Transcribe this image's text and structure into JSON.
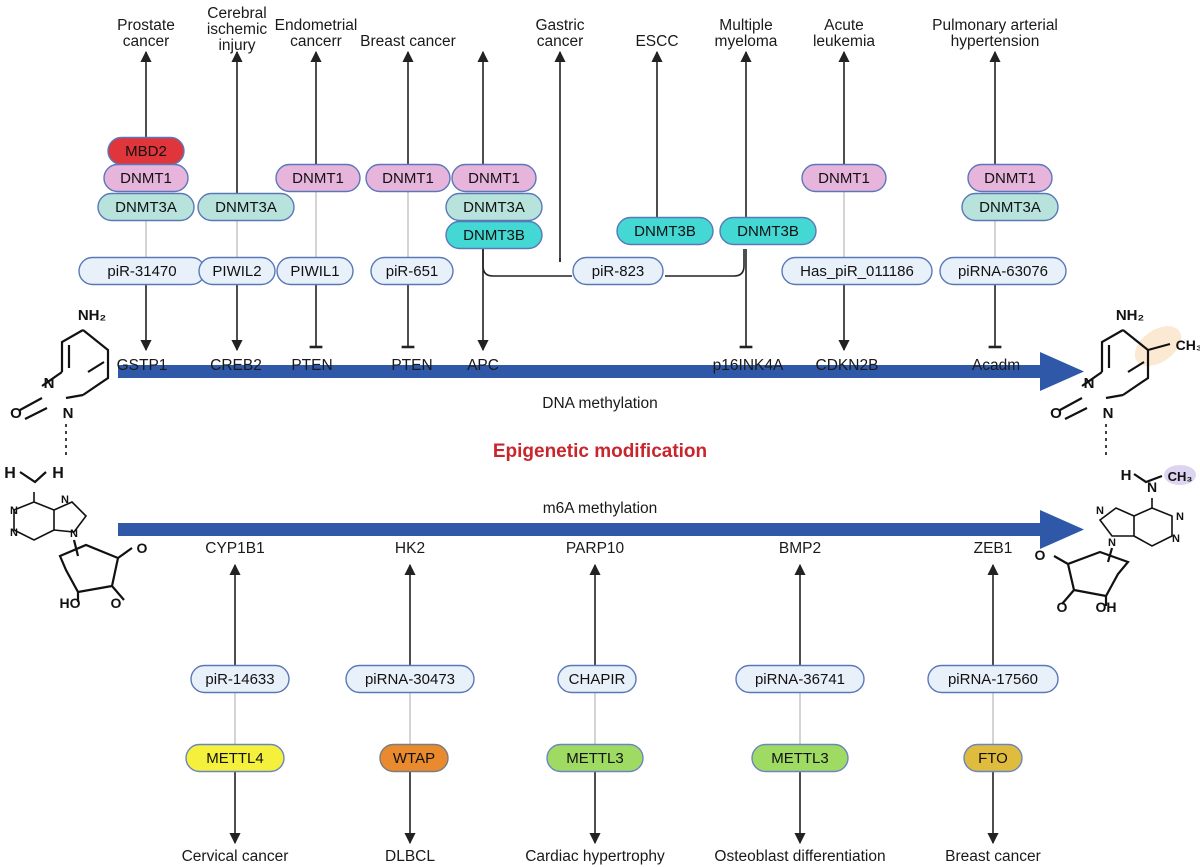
{
  "colors": {
    "arrow_blue": "#2f59a8",
    "title_red": "#c8262c",
    "mbd": "#e0353b",
    "dnmt1": "#e7b4dc",
    "dnmt3a": "#b7e3dc",
    "dnmt3b": "#43d8d3",
    "pi": "#e8f0fa",
    "mettl4": "#f5f03c",
    "wtap": "#e98a2e",
    "mettl3": "#9fdb63",
    "fto": "#dfbc3e"
  },
  "center_title": "Epigenetic modification",
  "dna": {
    "axis_label": "DNA methylation",
    "columns": [
      {
        "disease": [
          "Prostate",
          "cancer"
        ],
        "enzymes": [
          {
            "name": "MBD2",
            "kind": "mbd"
          },
          {
            "name": "DNMT1",
            "kind": "dnmt1"
          },
          {
            "name": "DNMT3A",
            "kind": "dnmt3a"
          }
        ],
        "pirna": "piR-31470",
        "gene": "GSTP1",
        "effect": "activate"
      },
      {
        "disease": [
          "Cerebral",
          "ischemic",
          "injury"
        ],
        "enzymes": [
          {
            "name": "DNMT3A",
            "kind": "dnmt3a"
          }
        ],
        "pirna": "PIWIL2",
        "gene": "CREB2",
        "effect": "activate"
      },
      {
        "disease": [
          "Endometrial",
          "cancerr"
        ],
        "enzymes": [
          {
            "name": "DNMT1",
            "kind": "dnmt1"
          }
        ],
        "pirna": "PIWIL1",
        "gene": "PTEN",
        "effect": "inhibit"
      },
      {
        "disease": [
          "Breast cancer"
        ],
        "enzymes": [
          {
            "name": "DNMT1",
            "kind": "dnmt1"
          }
        ],
        "pirna": "piR-651",
        "gene": "PTEN",
        "effect": "inhibit"
      },
      {
        "disease": [
          "Gastric",
          "cancer"
        ],
        "enzymes": [
          {
            "name": "DNMT1",
            "kind": "dnmt1"
          },
          {
            "name": "DNMT3A",
            "kind": "dnmt3a"
          },
          {
            "name": "DNMT3B",
            "kind": "dnmt3b"
          }
        ],
        "gene": "APC",
        "effect": "activate"
      },
      {
        "disease": [
          "ESCC"
        ],
        "enzymes": [
          {
            "name": "DNMT3B",
            "kind": "dnmt3b"
          }
        ]
      },
      {
        "disease": [
          "Multiple",
          "myeloma"
        ],
        "enzymes": [
          {
            "name": "DNMT3B",
            "kind": "dnmt3b"
          }
        ],
        "gene": "p16INK4A",
        "effect": "inhibit"
      },
      {
        "disease": [
          "Acute",
          "leukemia"
        ],
        "enzymes": [
          {
            "name": "DNMT1",
            "kind": "dnmt1"
          }
        ],
        "pirna": "Has_piR_011186",
        "gene": "CDKN2B",
        "effect": "activate"
      },
      {
        "disease": [
          "Pulmonary arterial",
          "hypertension"
        ],
        "enzymes": [
          {
            "name": "DNMT1",
            "kind": "dnmt1"
          },
          {
            "name": "DNMT3A",
            "kind": "dnmt3a"
          }
        ],
        "pirna": "piRNA-63076",
        "gene": "Acadm",
        "effect": "inhibit"
      }
    ],
    "shared_pirna": "piR-823"
  },
  "m6a": {
    "axis_label": "m6A methylation",
    "columns": [
      {
        "gene": "CYP1B1",
        "pirna": "piR-14633",
        "enzyme": {
          "name": "METTL4",
          "kind": "mettl4"
        },
        "disease": "Cervical cancer"
      },
      {
        "gene": "HK2",
        "pirna": "piRNA-30473",
        "enzyme": {
          "name": "WTAP",
          "kind": "wtap"
        },
        "disease": "DLBCL"
      },
      {
        "gene": "PARP10",
        "pirna": "CHAPIR",
        "enzyme": {
          "name": "METTL3",
          "kind": "mettl3"
        },
        "disease": "Cardiac hypertrophy"
      },
      {
        "gene": "BMP2",
        "pirna": "piRNA-36741",
        "enzyme": {
          "name": "METTL3",
          "kind": "mettl3"
        },
        "disease": "Osteoblast differentiation"
      },
      {
        "gene": "ZEB1",
        "pirna": "piRNA-17560",
        "enzyme": {
          "name": "FTO",
          "kind": "fto"
        },
        "disease": "Breast cancer"
      }
    ]
  },
  "chem": {
    "nh2": "NH₂",
    "n": "N",
    "o": "O",
    "h": "H",
    "ch3": "CH₃",
    "ho": "HO",
    "oh": "OH"
  }
}
